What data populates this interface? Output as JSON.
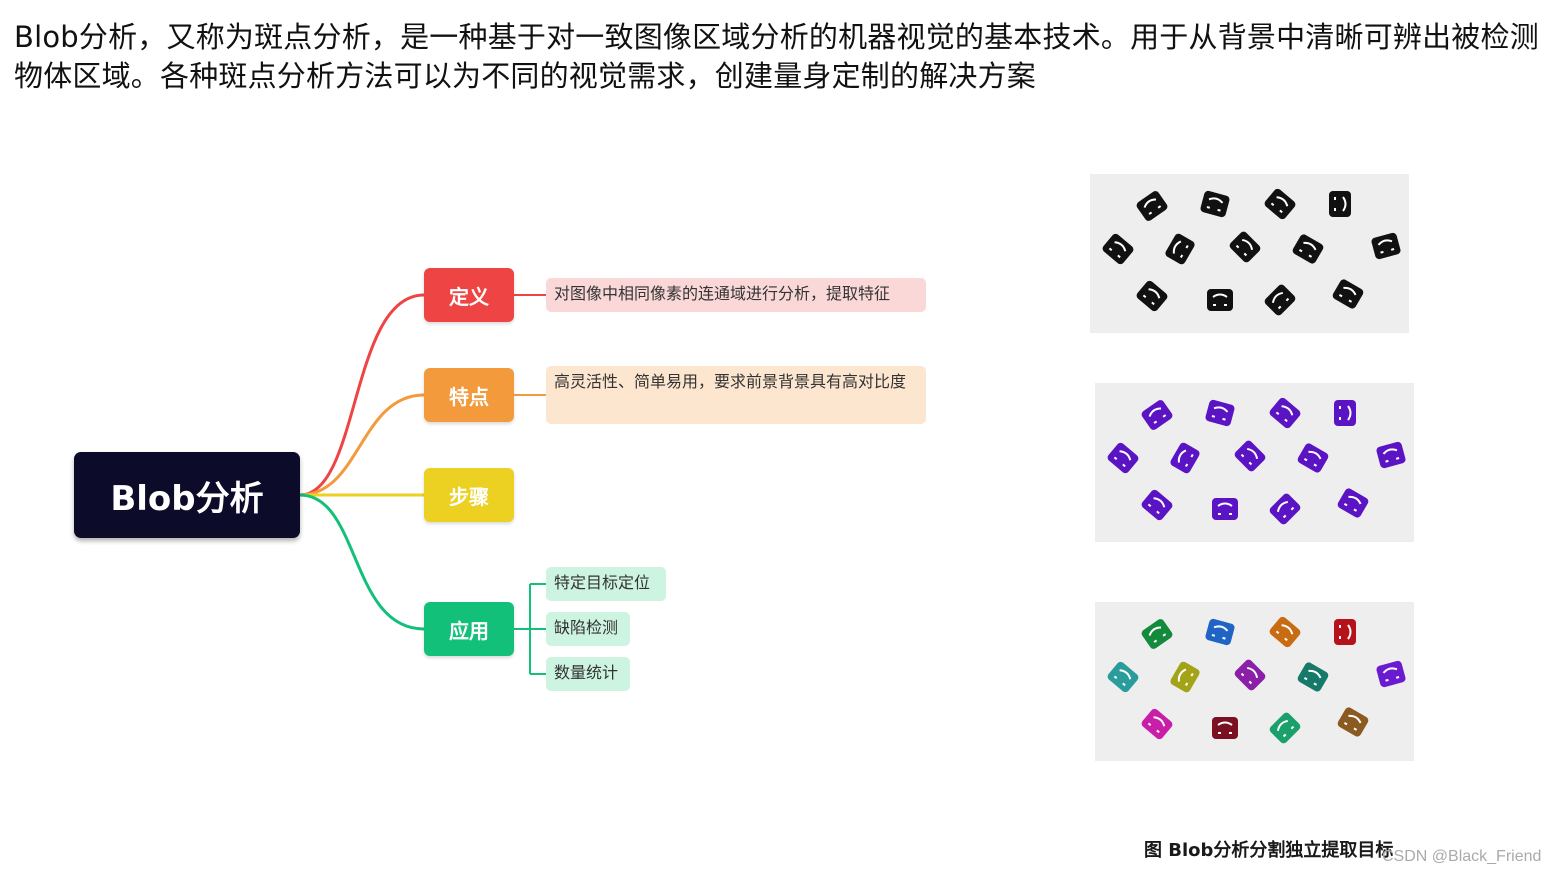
{
  "intro_text": "Blob分析，又称为斑点分析，是一种基于对一致图像区域分析的机器视觉的基本技术。用于从背景中清晰可辨出被检测物体区域。各种斑点分析方法可以为不同的视觉需求，创建量身定制的解决方案",
  "mindmap": {
    "root": "Blob分析",
    "branches": [
      {
        "label": "定义",
        "color": "#ef4444",
        "details": [
          "对图像中相同像素的连通域进行分析，提取特征"
        ]
      },
      {
        "label": "特点",
        "color": "#f39a3c",
        "details": [
          "高灵活性、简单易用，要求前景背景具有高对比度"
        ]
      },
      {
        "label": "步骤",
        "color": "#ecd022",
        "details": []
      },
      {
        "label": "应用",
        "color": "#13c07a",
        "details": [
          "特定目标定位",
          "缺陷检测",
          "数量统计"
        ]
      }
    ]
  },
  "figure": {
    "caption": "图 Blob分析分割独立提取目标",
    "panels": [
      {
        "name": "original",
        "colors": [
          "#111111",
          "#111111",
          "#111111",
          "#111111",
          "#111111",
          "#111111",
          "#111111",
          "#111111",
          "#111111",
          "#111111",
          "#111111",
          "#111111",
          "#111111",
          "#111111"
        ]
      },
      {
        "name": "segmented",
        "colors": [
          "#5b14c4",
          "#5b14c4",
          "#5b14c4",
          "#5b14c4",
          "#5b14c4",
          "#5b14c4",
          "#5b14c4",
          "#5b14c4",
          "#5b14c4",
          "#5b14c4",
          "#5b14c4",
          "#5b14c4",
          "#5b14c4",
          "#5b14c4"
        ]
      },
      {
        "name": "labeled",
        "colors": [
          "#138a3c",
          "#1f63c4",
          "#c96b10",
          "#b5121b",
          "#2a9c9c",
          "#a3a318",
          "#8a1fa8",
          "#167a6a",
          "#6a1ad0",
          "#c81ea8",
          "#7a1020",
          "#1aa06a",
          "#8a5a20",
          "#5b14c4"
        ]
      }
    ]
  },
  "watermark": "CSDN @Black_Friend"
}
